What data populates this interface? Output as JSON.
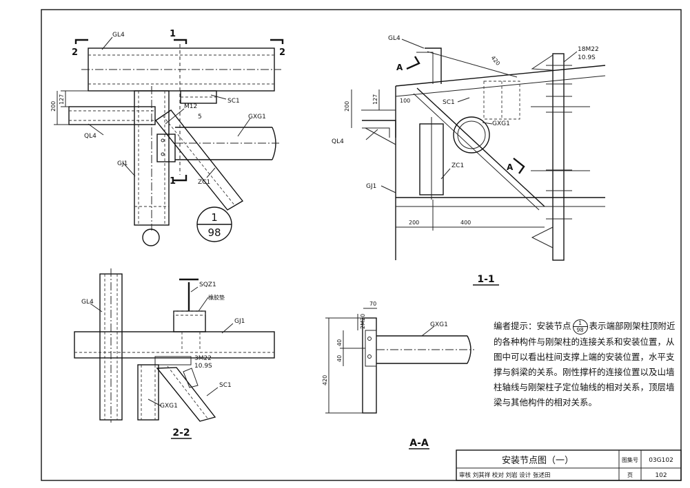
{
  "view_main": {
    "labels": {
      "gl4": "GL4",
      "ql4": "QL4",
      "gj1": "GJ1",
      "sc1": "SC1",
      "gxg1": "GXG1",
      "zc1": "ZC1",
      "bolt": "M12"
    },
    "section_mark_1": "1",
    "section_mark_2": "2",
    "dim_127": "127",
    "dim_200": "200",
    "angle_5": "5",
    "balloon_top": "1",
    "balloon_bottom": "98"
  },
  "view_1_1": {
    "title": "1-1",
    "labels": {
      "gl4": "GL4",
      "ql4": "QL4",
      "gj1": "GJ1",
      "sc1": "SC1",
      "gxg1": "GXG1",
      "zc1": "ZC1",
      "bolts_top": "18M22",
      "bolts_bottom": "10.9S"
    },
    "section_a": "A",
    "dim_420": "420",
    "dim_127": "127",
    "dim_200": "200",
    "dim_100": "100",
    "dim_200_bottom": "200",
    "dim_400": "400"
  },
  "view_2_2": {
    "title": "2-2",
    "labels": {
      "gl4": "GL4",
      "sqz1": "SQZ1",
      "rubber": "橡胶垫",
      "gj1": "GJ1",
      "bolts_top": "3M22",
      "bolts_bottom": "10.9S",
      "sc1": "SC1",
      "gxg1": "GXG1"
    }
  },
  "view_a_a": {
    "title": "A-A",
    "labels": {
      "gxg1": "GXG1",
      "bolts": "2M20"
    },
    "dim_70": "70",
    "dim_40_top": "40",
    "dim_40_bottom": "40",
    "dim_420": "420"
  },
  "note": {
    "part1": "编者提示：安装节点",
    "ref_top": "1",
    "ref_bottom": "98",
    "part2": "表示端部刚架柱顶附近的各种构件与刚架柱的连接关系和安装位置，从图中可以看出柱间支撑上端的安装位置，水平支撑与斜梁的关系。刚性撑杆的连接位置以及山墙柱轴线与刚架柱子定位轴线的相对关系，顶层墙梁与其他构件的相对关系。"
  },
  "title_block": {
    "title": "安装节点图（一）",
    "atlas_label": "图集号",
    "atlas_no": "03G102",
    "page_label": "页",
    "page_no": "102",
    "sign_row": "审核 刘其祥 校对 刘岩 设计 张述田"
  }
}
